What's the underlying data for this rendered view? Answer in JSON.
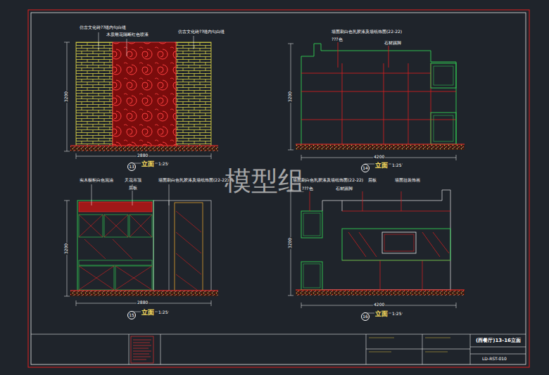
{
  "diagram": {
    "nodes": [
      {
        "text": [
          "13"
        ]
      },
      {
        "text": [
          "14"
        ]
      },
      {
        "text": [
          "15"
        ]
      },
      {
        "text": [
          "16"
        ]
      },
      {
        "text": [
          "(西餐厅)13-16立面"
        ]
      }
    ],
    "labels": [
      "模型组",
      "仿古文化砖??缝内勾白缝",
      "木质雕花隔断红色喷漆",
      "仿古文化砖??缝内勾白缝",
      "立面",
      "1:25",
      "2880",
      "3200",
      "墙面刷白色乳胶漆及墙纸饰面(22-22)",
      "???色",
      "石材踢脚",
      "立面",
      "1:25",
      "4200",
      "3200",
      "实木橱柜白色混油",
      "天花吊顶",
      "墙面刷白色乳胶漆及墙纸饰面(22-22)",
      "层板",
      "立面",
      "1:25",
      "2880",
      "3200",
      "墙面刷白色乳胶漆及墙纸饰面(22-22)",
      "???色",
      "石材踢脚",
      "层板",
      "墙面挂装饰画",
      "立面",
      "1:25",
      "4200",
      "3200",
      "LD-RST-010"
    ]
  }
}
